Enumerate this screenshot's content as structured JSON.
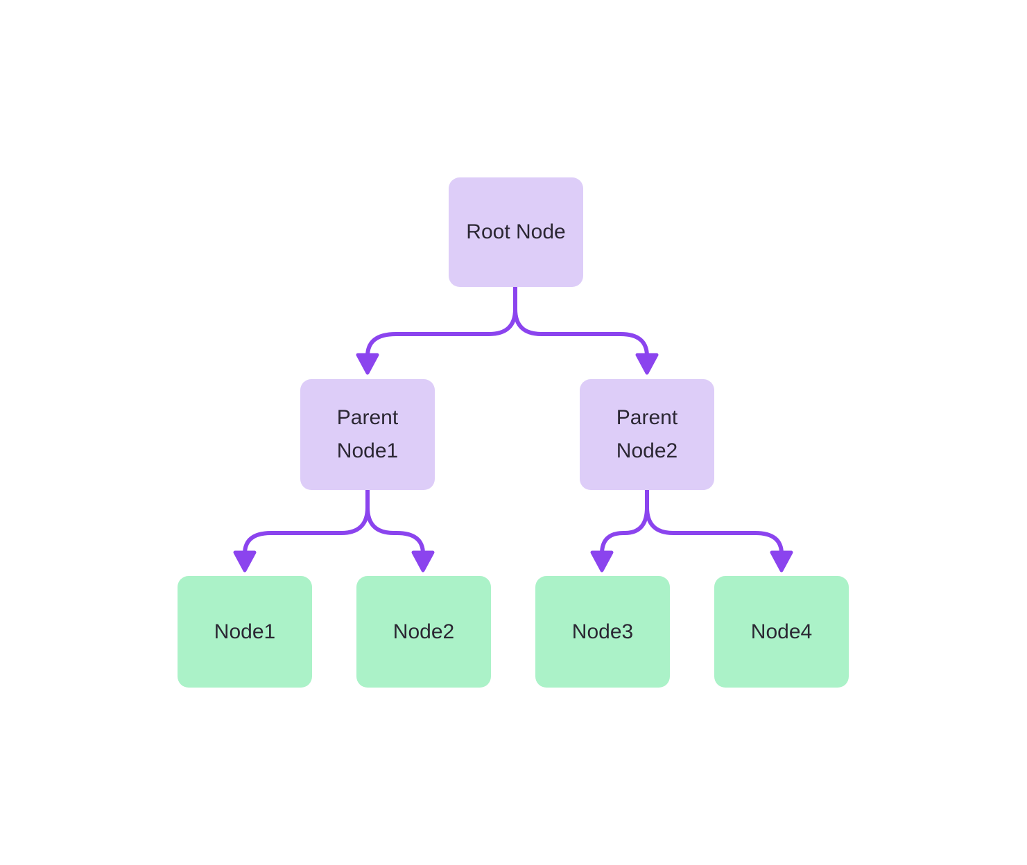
{
  "diagram": {
    "type": "flowchart-tree",
    "direction": "top-down",
    "background_color": "#ffffff"
  },
  "colors": {
    "branch_node_fill": "#ddcdf8",
    "leaf_node_fill": "#abf2c8",
    "edge_stroke": "#8b44ee",
    "node_text": "#2b2733"
  },
  "nodes": {
    "root": {
      "label": "Root Node"
    },
    "parent1": {
      "label": "Parent Node1"
    },
    "parent2": {
      "label": "Parent Node2"
    },
    "node1": {
      "label": "Node1"
    },
    "node2": {
      "label": "Node2"
    },
    "node3": {
      "label": "Node3"
    },
    "node4": {
      "label": "Node4"
    }
  },
  "edges": [
    {
      "from": "Root Node",
      "to": "Parent Node1"
    },
    {
      "from": "Root Node",
      "to": "Parent Node2"
    },
    {
      "from": "Parent Node1",
      "to": "Node1"
    },
    {
      "from": "Parent Node1",
      "to": "Node2"
    },
    {
      "from": "Parent Node2",
      "to": "Node3"
    },
    {
      "from": "Parent Node2",
      "to": "Node4"
    }
  ]
}
